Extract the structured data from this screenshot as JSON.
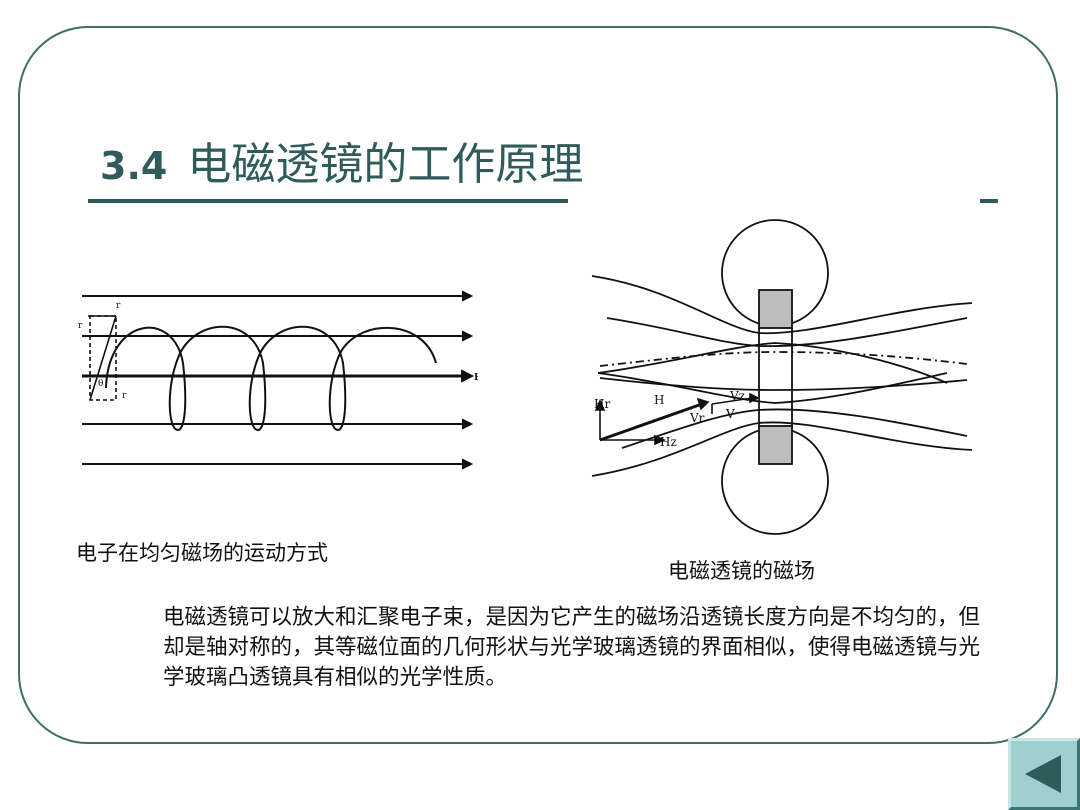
{
  "slide": {
    "title_number": "3.4",
    "title_text": "电磁透镜的工作原理"
  },
  "figures": {
    "left": {
      "caption": "电子在均匀磁场的运动方式",
      "labels": {
        "r": "r",
        "r1": "r",
        "theta": "θ",
        "r2": "r",
        "B": "B"
      }
    },
    "right": {
      "caption": "电磁透镜的磁场",
      "labels": {
        "Hr": "Hr",
        "H": "H",
        "Vz": "Vz",
        "Vr": "Vr",
        "V": "V",
        "Hz": "Hz"
      }
    }
  },
  "paragraph": "电磁透镜可以放大和汇聚电子束，是因为它产生的磁场沿透镜长度方向是不均匀的，但却是轴对称的，其等磁位面的几何形状与光学玻璃透镜的界面相似，使得电磁透镜与光学玻璃凸透镜具有相似的光学性质。",
  "navigation": {
    "back_icon": "left-triangle-icon"
  }
}
